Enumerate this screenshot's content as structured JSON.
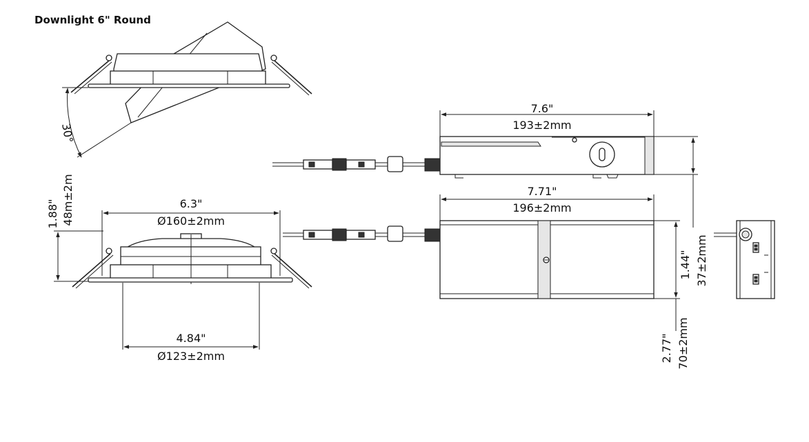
{
  "title": "Downlight 6\" Round",
  "dimensions": {
    "tilt_angle": "30°",
    "height_in": "1.88\"",
    "height_mm": "48m±2m",
    "flange_in": "6.3\"",
    "flange_mm": "Ø160±2mm",
    "cutout_in": "4.84\"",
    "cutout_mm": "Ø123±2mm",
    "driver_top_len_in": "7.6\"",
    "driver_top_len_mm": "193±2mm",
    "driver_side_len_in": "7.71\"",
    "driver_side_len_mm": "196±2mm",
    "driver_height_in": "1.44\"",
    "driver_height_mm": "37±2mm",
    "driver_width_in": "2.77\"",
    "driver_width_mm": "70±2mm"
  }
}
